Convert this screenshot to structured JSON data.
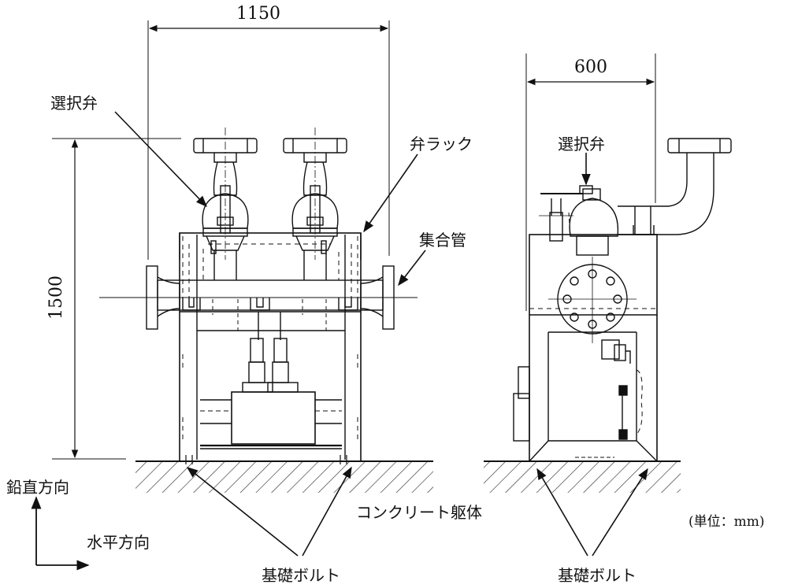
{
  "dimensions": {
    "front_width": "1150",
    "front_height": "1500",
    "side_width": "600"
  },
  "labels": {
    "select_valve_front": "選択弁",
    "select_valve_side": "選択弁",
    "valve_rack": "弁ラック",
    "header_pipe": "集合管",
    "concrete": "コンクリート躯体",
    "anchor_front": "基礎ボルト",
    "anchor_side": "基礎ボルト",
    "vertical": "鉛直方向",
    "horizontal": "水平方向",
    "unit": "(単位：mm)"
  }
}
